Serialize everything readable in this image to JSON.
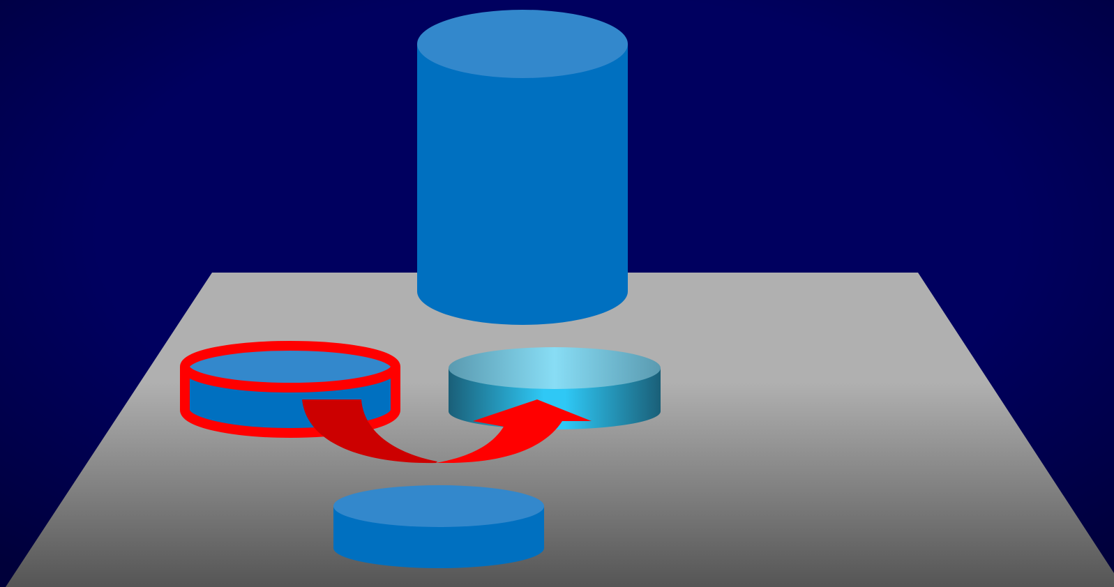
{
  "scene": {
    "description_visible_text": "",
    "colors": {
      "background_center": "#00005F",
      "background_edge": "#00003A",
      "floor_top": "#B0B0B0",
      "floor_bottom": "#555555",
      "cylinder_side": "#0070C0",
      "cylinder_top": "#3388CC",
      "highlight_ring": "#FF0000",
      "arrow_dark": "#CC0000",
      "arrow_bright": "#FF0000",
      "target_disk_dark": "#1A5F78",
      "target_disk_light": "#2FC8F5",
      "target_disk_top": "#88DDF5"
    },
    "objects": {
      "tall_cylinder": "tall-blue-cylinder",
      "source_disk": "red-outlined-disk",
      "target_disk": "cyan-gradient-disk",
      "front_disk": "front-blue-disk",
      "arrow": "curved-red-arrow",
      "floor": "grey-floor-plane"
    }
  }
}
